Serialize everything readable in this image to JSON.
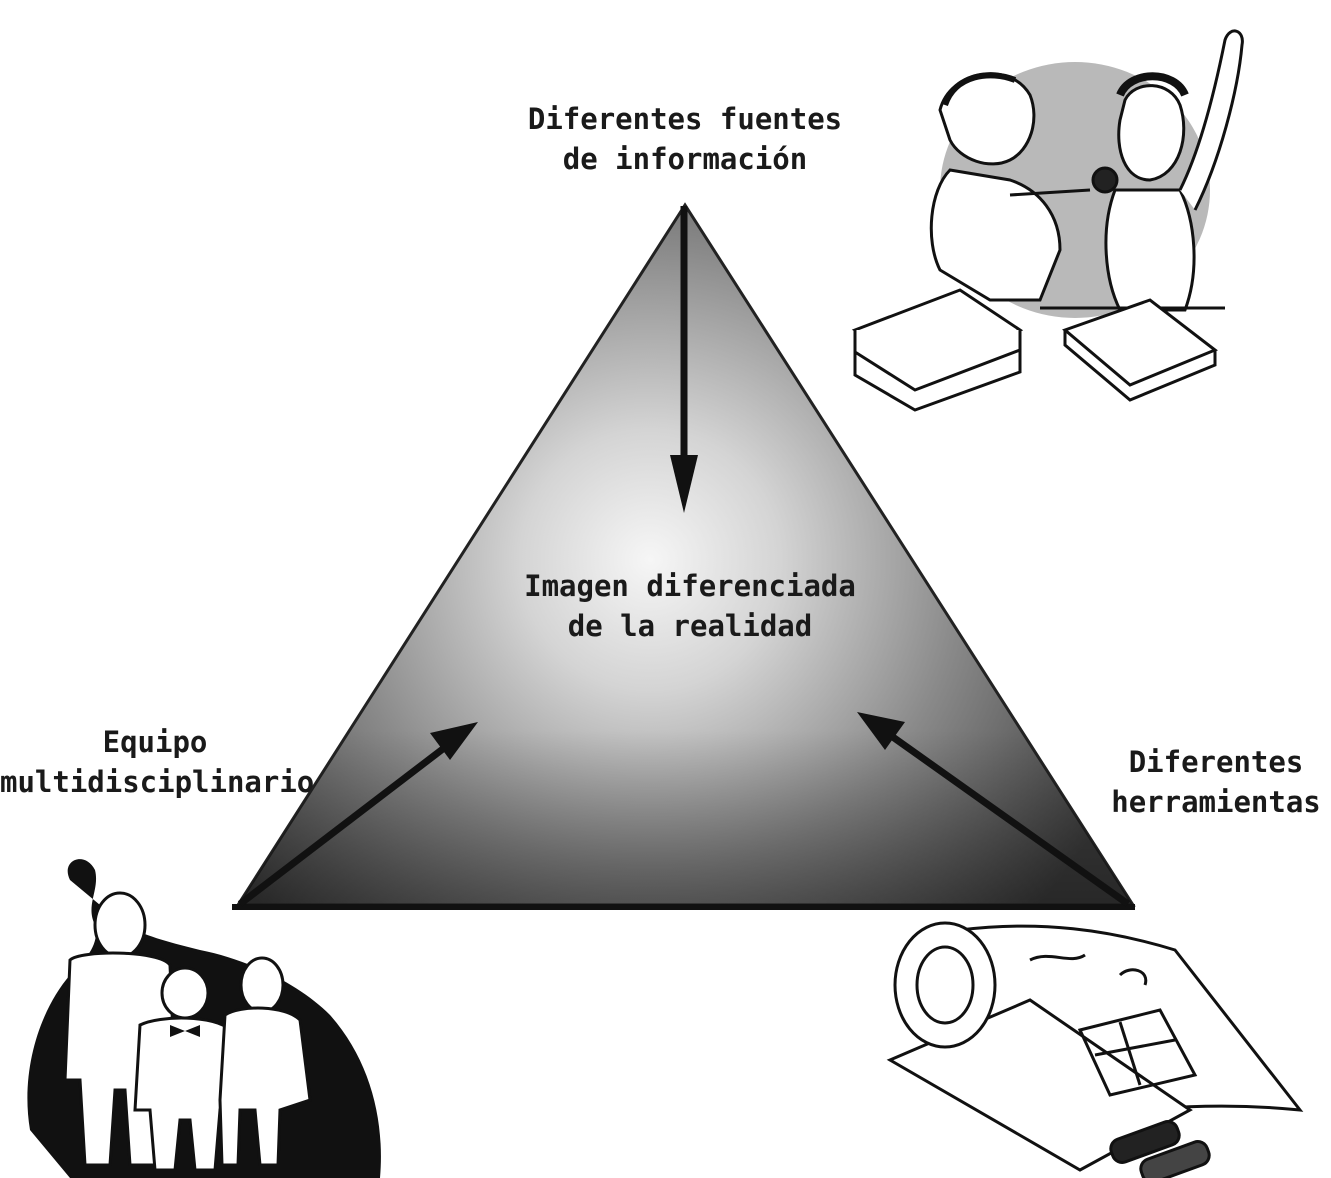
{
  "nodes": {
    "top": {
      "line1": "Diferentes fuentes",
      "line2": "de información"
    },
    "center": {
      "line1": "Imagen diferenciada",
      "line2": "de la realidad"
    },
    "left": {
      "line1": "Equipo",
      "line2": "multidisciplinario"
    },
    "right": {
      "line1": "Diferentes",
      "line2": "herramientas"
    }
  },
  "illustrations": {
    "top_right": "interview-with-books-illustration",
    "bottom_left": "multidisciplinary-team-illustration",
    "bottom_right": "maps-and-binoculars-illustration"
  },
  "colors": {
    "triangle_dark": "#3a3a3a",
    "triangle_light": "#f4f4f4",
    "arrow": "#111111",
    "text": "#1a1a1a"
  }
}
